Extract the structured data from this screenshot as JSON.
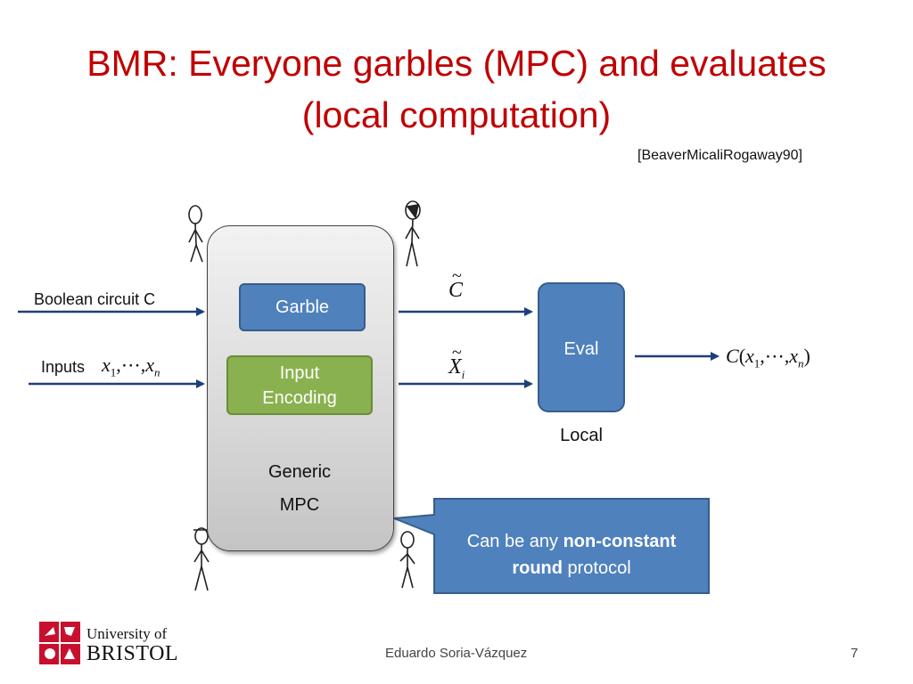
{
  "slide": {
    "title_line1": "BMR: Everyone garbles (MPC) and evaluates",
    "title_line2": "(local computation)",
    "citation": "[BeaverMicaliRogaway90]"
  },
  "left": {
    "circuit_label": "Boolean circuit C",
    "inputs_label": "Inputs",
    "inputs_math": {
      "x": "x",
      "sub1": "1",
      "dots": ",⋯,",
      "subn": "n"
    }
  },
  "mpc": {
    "garble_label": "Garble",
    "input_encoding_line1": "Input",
    "input_encoding_line2": "Encoding",
    "generic_line1": "Generic",
    "generic_line2": "MPC"
  },
  "middle": {
    "c_tilde": "C",
    "x_tilde": "X",
    "x_sub": "i"
  },
  "eval": {
    "label": "Eval",
    "local_label": "Local",
    "output_math": {
      "C": "C",
      "open": "(",
      "x": "x",
      "sub1": "1",
      "dots": ",⋯,",
      "subn": "n",
      "close": ")"
    }
  },
  "callout": {
    "text_pre": "Can be any ",
    "text_bold1": "non-constant",
    "text_bold2": "round",
    "text_post": " protocol"
  },
  "footer": {
    "author": "Eduardo Soria-Vázquez",
    "page_number": "7",
    "university_line1": "University of",
    "university_line2": "BRISTOL"
  },
  "colors": {
    "title": "#c00000",
    "blue_box": "#4f81bd",
    "green_box": "#8ab14f",
    "arrow": "#1f3f7a",
    "logo_red": "#c8102e"
  }
}
